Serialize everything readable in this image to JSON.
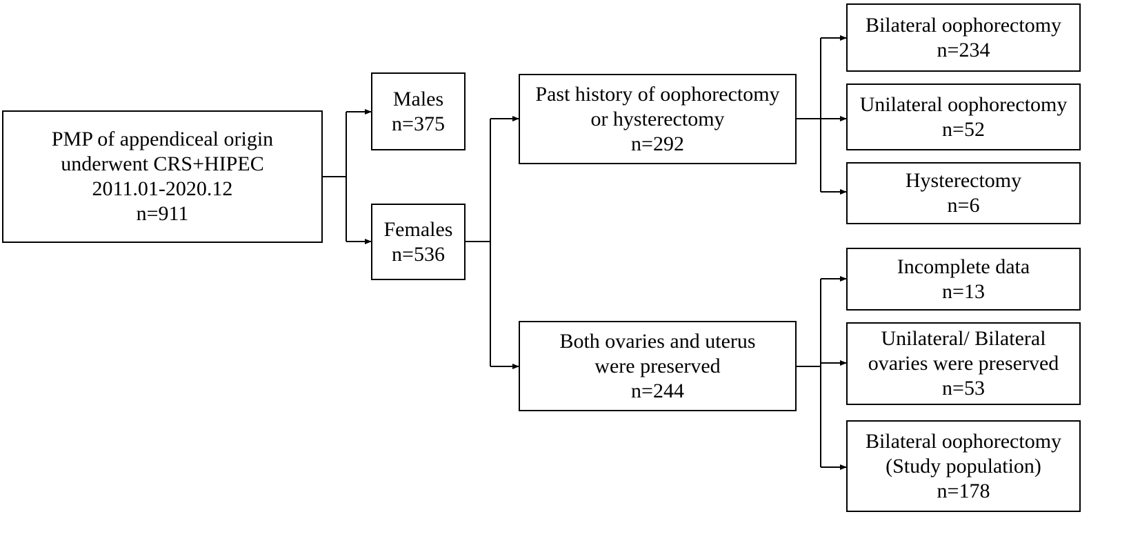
{
  "root": {
    "lines": [
      "PMP of appendiceal origin",
      "underwent CRS+HIPEC",
      "2011.01-2020.12",
      "n=911"
    ]
  },
  "males": {
    "lines": [
      "Males",
      "n=375"
    ]
  },
  "females": {
    "lines": [
      "Females",
      "n=536"
    ]
  },
  "past_history": {
    "lines": [
      "Past history of oophorectomy",
      "or hysterectomy",
      "n=292"
    ]
  },
  "preserved": {
    "lines": [
      "Both ovaries and uterus",
      "were preserved",
      "n=244"
    ]
  },
  "bilateral_oophorectomy": {
    "lines": [
      "Bilateral oophorectomy",
      "n=234"
    ]
  },
  "unilateral_oophorectomy": {
    "lines": [
      "Unilateral oophorectomy",
      "n=52"
    ]
  },
  "hysterectomy": {
    "lines": [
      "Hysterectomy",
      "n=6"
    ]
  },
  "incomplete_data": {
    "lines": [
      "Incomplete data",
      "n=13"
    ]
  },
  "ovaries_preserved": {
    "lines": [
      "Unilateral/ Bilateral",
      "ovaries were preserved",
      "n=53"
    ]
  },
  "study_population": {
    "lines": [
      "Bilateral oophorectomy",
      "(Study population)",
      "n=178"
    ]
  },
  "colors": {
    "stroke": "#000000",
    "fill": "#ffffff",
    "text": "#000000"
  }
}
